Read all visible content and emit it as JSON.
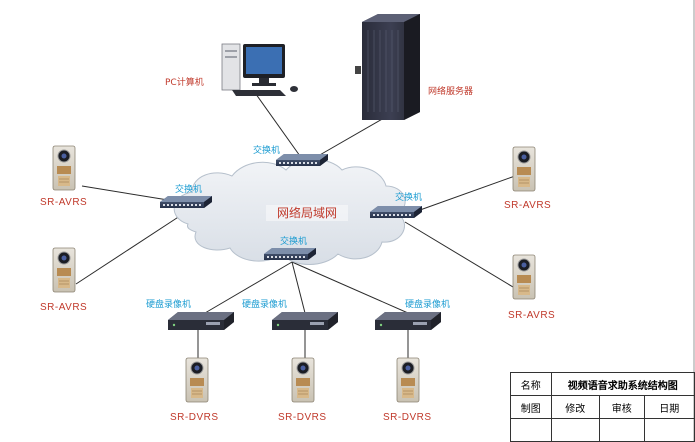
{
  "diagram": {
    "pc_label": "PC计算机",
    "server_label": "网络服务器",
    "network_label": "网络局域网",
    "switch_label": "交换机",
    "dvr_label": "硬盘录像机",
    "avrs_label": "SR-AVRS",
    "dvrs_label": "SR-DVRS"
  },
  "title_block": {
    "name_header": "名称",
    "name_value": "视频语音求助系统结构图",
    "drawn_header": "制图",
    "modify_header": "修改",
    "review_header": "审核",
    "date_header": "日期"
  },
  "colors": {
    "label_red": "#c0392b",
    "label_cyan": "#1a9bd1",
    "switch_body": "#3a4a66",
    "cloud_fill": "#e4e9ef"
  }
}
